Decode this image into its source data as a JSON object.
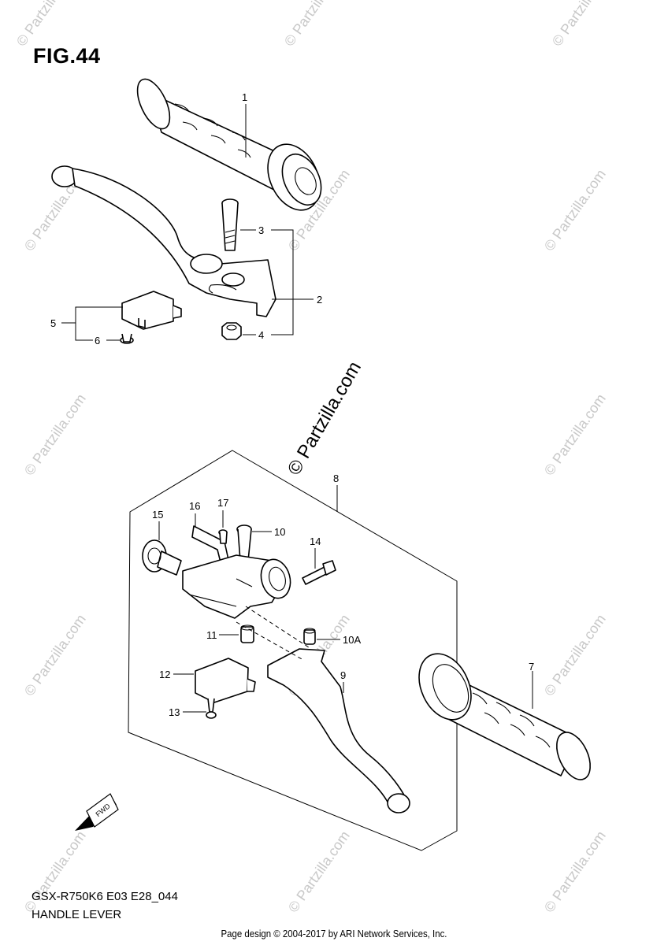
{
  "figure": {
    "title": "FIG.44"
  },
  "caption": {
    "code": "GSX-R750K6 E03 E28_044",
    "name": "HANDLE LEVER"
  },
  "footer": {
    "text": "Page design © 2004-2017 by ARI Network Services, Inc."
  },
  "watermark": {
    "text": "© Partzilla.com",
    "center_text": "© Partzilla.com"
  },
  "fwd_icon": {
    "label": "FWD"
  },
  "callouts": [
    "1",
    "2",
    "3",
    "4",
    "5",
    "6",
    "7",
    "8",
    "9",
    "10",
    "10A",
    "11",
    "12",
    "13",
    "14",
    "15",
    "16",
    "17"
  ]
}
